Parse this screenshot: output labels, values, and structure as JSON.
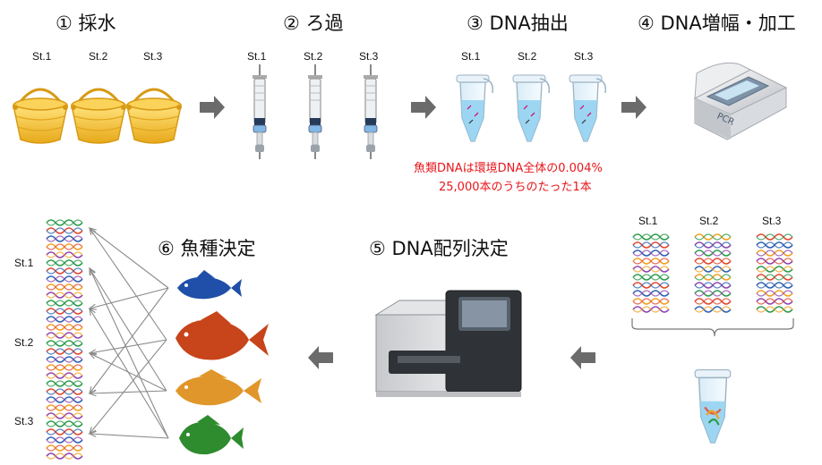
{
  "steps": [
    {
      "label": "① 採水"
    },
    {
      "label": "② ろ過"
    },
    {
      "label": "③ DNA抽出"
    },
    {
      "label": "④ DNA増幅・加工"
    },
    {
      "label": "⑤ DNA配列決定"
    },
    {
      "label": "⑥ 魚種決定"
    }
  ],
  "stations": [
    "St.1",
    "St.2",
    "St.3"
  ],
  "note": {
    "line1": "魚類DNAは環境DNA全体の0.004%",
    "line2": "25,000本のうちのたった1本"
  },
  "pcr_label": "PCR",
  "colors": {
    "note_red": "#e8161b",
    "arrow_gray": "#6b6b6b",
    "bucket_yellow": "#f4c63b",
    "fish_blue": "#1f4fa8",
    "fish_orange": "#c8441a",
    "fish_amber": "#e0962a",
    "fish_green": "#2e8b2e"
  },
  "fish": [
    "blue-fish-icon",
    "red-orange-fish-icon",
    "amber-fish-icon",
    "green-fish-icon"
  ]
}
